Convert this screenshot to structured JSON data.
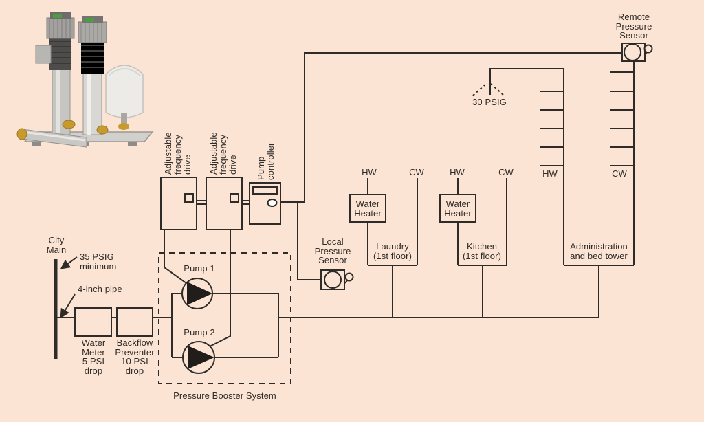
{
  "canvas": {
    "background": "#fce4d4",
    "line_color": "#2e2b28",
    "pump_fill": "#201d1a"
  },
  "labels": {
    "remote_sensor": {
      "line1": "Remote",
      "line2": "Pressure",
      "line3": "Sensor"
    },
    "pressure_30": "30 PSIG",
    "afd": {
      "line1": "Adjustable",
      "line2": "frequency",
      "line3": "drive"
    },
    "pump_controller": {
      "line1": "Pump",
      "line2": "controller"
    },
    "city_main": {
      "line1": "City",
      "line2": "Main"
    },
    "psig_35": {
      "line1": "35 PSIG",
      "line2": "minimum"
    },
    "pipe_4inch": "4-inch pipe",
    "water_meter": {
      "line1": "Water",
      "line2": "Meter",
      "line3": "5 PSI",
      "line4": "drop"
    },
    "backflow": {
      "line1": "Backflow",
      "line2": "Preventer",
      "line3": "10 PSI",
      "line4": "drop"
    },
    "pump1": "Pump 1",
    "pump2": "Pump 2",
    "booster_system": "Pressure Booster System",
    "local_sensor": {
      "line1": "Local",
      "line2": "Pressure",
      "line3": "Sensor"
    },
    "hw": "HW",
    "cw": "CW",
    "water_heater": {
      "line1": "Water",
      "line2": "Heater"
    },
    "laundry": {
      "line1": "Laundry",
      "line2": "(1st floor)"
    },
    "kitchen": {
      "line1": "Kitchen",
      "line2": "(1st floor)"
    },
    "admin": {
      "line1": "Administration",
      "line2": "and bed tower"
    }
  }
}
